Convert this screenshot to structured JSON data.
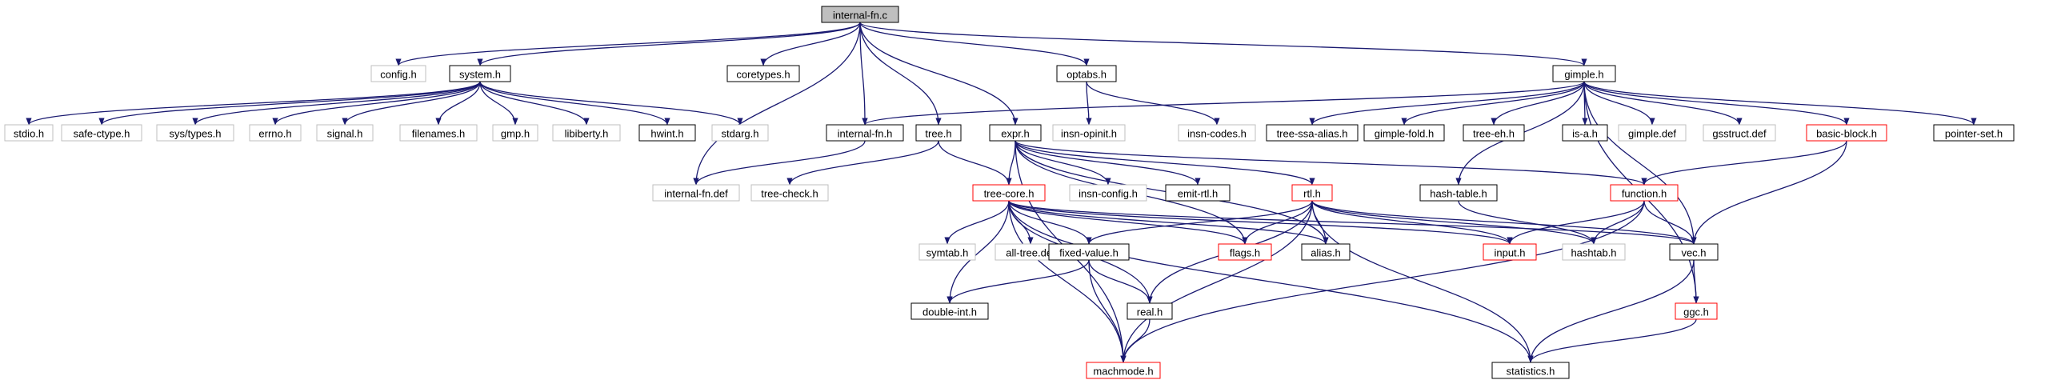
{
  "nodes": [
    {
      "id": "internal-fn.c",
      "label": "internal-fn.c",
      "kind": "root"
    },
    {
      "id": "config.h",
      "label": "config.h",
      "kind": "missing"
    },
    {
      "id": "system.h",
      "label": "system.h",
      "kind": "normal"
    },
    {
      "id": "coretypes.h",
      "label": "coretypes.h",
      "kind": "normal"
    },
    {
      "id": "optabs.h",
      "label": "optabs.h",
      "kind": "normal"
    },
    {
      "id": "gimple.h",
      "label": "gimple.h",
      "kind": "normal"
    },
    {
      "id": "stdio.h",
      "label": "stdio.h",
      "kind": "missing"
    },
    {
      "id": "safe-ctype.h",
      "label": "safe-ctype.h",
      "kind": "missing"
    },
    {
      "id": "sys/types.h",
      "label": "sys/types.h",
      "kind": "missing"
    },
    {
      "id": "errno.h",
      "label": "errno.h",
      "kind": "missing"
    },
    {
      "id": "signal.h",
      "label": "signal.h",
      "kind": "missing"
    },
    {
      "id": "filenames.h",
      "label": "filenames.h",
      "kind": "missing"
    },
    {
      "id": "gmp.h",
      "label": "gmp.h",
      "kind": "missing"
    },
    {
      "id": "libiberty.h",
      "label": "libiberty.h",
      "kind": "missing"
    },
    {
      "id": "hwint.h",
      "label": "hwint.h",
      "kind": "normal"
    },
    {
      "id": "stdarg.h",
      "label": "stdarg.h",
      "kind": "missing"
    },
    {
      "id": "internal-fn.h",
      "label": "internal-fn.h",
      "kind": "normal"
    },
    {
      "id": "tree.h",
      "label": "tree.h",
      "kind": "normal"
    },
    {
      "id": "expr.h",
      "label": "expr.h",
      "kind": "normal"
    },
    {
      "id": "insn-opinit.h",
      "label": "insn-opinit.h",
      "kind": "missing"
    },
    {
      "id": "insn-codes.h",
      "label": "insn-codes.h",
      "kind": "missing"
    },
    {
      "id": "tree-ssa-alias.h",
      "label": "tree-ssa-alias.h",
      "kind": "normal"
    },
    {
      "id": "gimple-fold.h",
      "label": "gimple-fold.h",
      "kind": "normal"
    },
    {
      "id": "tree-eh.h",
      "label": "tree-eh.h",
      "kind": "normal"
    },
    {
      "id": "is-a.h",
      "label": "is-a.h",
      "kind": "normal"
    },
    {
      "id": "gimple.def",
      "label": "gimple.def",
      "kind": "missing"
    },
    {
      "id": "gsstruct.def",
      "label": "gsstruct.def",
      "kind": "missing"
    },
    {
      "id": "basic-block.h",
      "label": "basic-block.h",
      "kind": "truncated"
    },
    {
      "id": "pointer-set.h",
      "label": "pointer-set.h",
      "kind": "normal"
    },
    {
      "id": "internal-fn.def",
      "label": "internal-fn.def",
      "kind": "missing"
    },
    {
      "id": "tree-check.h",
      "label": "tree-check.h",
      "kind": "missing"
    },
    {
      "id": "tree-core.h",
      "label": "tree-core.h",
      "kind": "truncated"
    },
    {
      "id": "insn-config.h",
      "label": "insn-config.h",
      "kind": "missing"
    },
    {
      "id": "emit-rtl.h",
      "label": "emit-rtl.h",
      "kind": "normal"
    },
    {
      "id": "rtl.h",
      "label": "rtl.h",
      "kind": "truncated"
    },
    {
      "id": "hash-table.h",
      "label": "hash-table.h",
      "kind": "normal"
    },
    {
      "id": "function.h",
      "label": "function.h",
      "kind": "truncated"
    },
    {
      "id": "symtab.h",
      "label": "symtab.h",
      "kind": "missing"
    },
    {
      "id": "all-tree.def",
      "label": "all-tree.def",
      "kind": "missing"
    },
    {
      "id": "fixed-value.h",
      "label": "fixed-value.h",
      "kind": "normal"
    },
    {
      "id": "flags.h",
      "label": "flags.h",
      "kind": "truncated"
    },
    {
      "id": "alias.h",
      "label": "alias.h",
      "kind": "normal"
    },
    {
      "id": "input.h",
      "label": "input.h",
      "kind": "truncated"
    },
    {
      "id": "hashtab.h",
      "label": "hashtab.h",
      "kind": "missing"
    },
    {
      "id": "vec.h",
      "label": "vec.h",
      "kind": "normal"
    },
    {
      "id": "double-int.h",
      "label": "double-int.h",
      "kind": "normal"
    },
    {
      "id": "real.h",
      "label": "real.h",
      "kind": "normal"
    },
    {
      "id": "ggc.h",
      "label": "ggc.h",
      "kind": "truncated"
    },
    {
      "id": "machmode.h",
      "label": "machmode.h",
      "kind": "truncated"
    },
    {
      "id": "statistics.h",
      "label": "statistics.h",
      "kind": "normal"
    }
  ],
  "edges": [
    [
      "internal-fn.c",
      "config.h"
    ],
    [
      "internal-fn.c",
      "system.h"
    ],
    [
      "internal-fn.c",
      "coretypes.h"
    ],
    [
      "internal-fn.c",
      "optabs.h"
    ],
    [
      "internal-fn.c",
      "gimple.h"
    ],
    [
      "internal-fn.c",
      "internal-fn.h"
    ],
    [
      "internal-fn.c",
      "tree.h"
    ],
    [
      "internal-fn.c",
      "expr.h"
    ],
    [
      "internal-fn.c",
      "internal-fn.def"
    ],
    [
      "system.h",
      "stdio.h"
    ],
    [
      "system.h",
      "safe-ctype.h"
    ],
    [
      "system.h",
      "sys/types.h"
    ],
    [
      "system.h",
      "errno.h"
    ],
    [
      "system.h",
      "signal.h"
    ],
    [
      "system.h",
      "filenames.h"
    ],
    [
      "system.h",
      "gmp.h"
    ],
    [
      "system.h",
      "libiberty.h"
    ],
    [
      "system.h",
      "hwint.h"
    ],
    [
      "system.h",
      "stdarg.h"
    ],
    [
      "optabs.h",
      "insn-opinit.h"
    ],
    [
      "optabs.h",
      "insn-codes.h"
    ],
    [
      "gimple.h",
      "internal-fn.h"
    ],
    [
      "gimple.h",
      "tree-ssa-alias.h"
    ],
    [
      "gimple.h",
      "gimple-fold.h"
    ],
    [
      "gimple.h",
      "tree-eh.h"
    ],
    [
      "gimple.h",
      "is-a.h"
    ],
    [
      "gimple.h",
      "gimple.def"
    ],
    [
      "gimple.h",
      "gsstruct.def"
    ],
    [
      "gimple.h",
      "basic-block.h"
    ],
    [
      "gimple.h",
      "pointer-set.h"
    ],
    [
      "gimple.h",
      "hash-table.h"
    ],
    [
      "gimple.h",
      "vec.h"
    ],
    [
      "gimple.h",
      "ggc.h"
    ],
    [
      "internal-fn.h",
      "internal-fn.def"
    ],
    [
      "tree.h",
      "tree-check.h"
    ],
    [
      "tree.h",
      "tree-core.h"
    ],
    [
      "expr.h",
      "tree-core.h"
    ],
    [
      "expr.h",
      "insn-config.h"
    ],
    [
      "expr.h",
      "emit-rtl.h"
    ],
    [
      "expr.h",
      "rtl.h"
    ],
    [
      "expr.h",
      "function.h"
    ],
    [
      "expr.h",
      "flags.h"
    ],
    [
      "expr.h",
      "alias.h"
    ],
    [
      "expr.h",
      "machmode.h"
    ],
    [
      "basic-block.h",
      "function.h"
    ],
    [
      "basic-block.h",
      "vec.h"
    ],
    [
      "tree-core.h",
      "symtab.h"
    ],
    [
      "tree-core.h",
      "all-tree.def"
    ],
    [
      "tree-core.h",
      "fixed-value.h"
    ],
    [
      "tree-core.h",
      "flags.h"
    ],
    [
      "tree-core.h",
      "alias.h"
    ],
    [
      "tree-core.h",
      "input.h"
    ],
    [
      "tree-core.h",
      "vec.h"
    ],
    [
      "tree-core.h",
      "double-int.h"
    ],
    [
      "tree-core.h",
      "real.h"
    ],
    [
      "tree-core.h",
      "machmode.h"
    ],
    [
      "tree-core.h",
      "statistics.h"
    ],
    [
      "rtl.h",
      "fixed-value.h"
    ],
    [
      "rtl.h",
      "flags.h"
    ],
    [
      "rtl.h",
      "alias.h"
    ],
    [
      "rtl.h",
      "input.h"
    ],
    [
      "rtl.h",
      "hashtab.h"
    ],
    [
      "rtl.h",
      "vec.h"
    ],
    [
      "rtl.h",
      "real.h"
    ],
    [
      "rtl.h",
      "machmode.h"
    ],
    [
      "rtl.h",
      "statistics.h"
    ],
    [
      "hash-table.h",
      "hashtab.h"
    ],
    [
      "function.h",
      "input.h"
    ],
    [
      "function.h",
      "hashtab.h"
    ],
    [
      "function.h",
      "vec.h"
    ],
    [
      "function.h",
      "machmode.h"
    ],
    [
      "fixed-value.h",
      "double-int.h"
    ],
    [
      "fixed-value.h",
      "real.h"
    ],
    [
      "fixed-value.h",
      "machmode.h"
    ],
    [
      "real.h",
      "machmode.h"
    ],
    [
      "vec.h",
      "ggc.h"
    ],
    [
      "vec.h",
      "statistics.h"
    ],
    [
      "ggc.h",
      "statistics.h"
    ]
  ]
}
